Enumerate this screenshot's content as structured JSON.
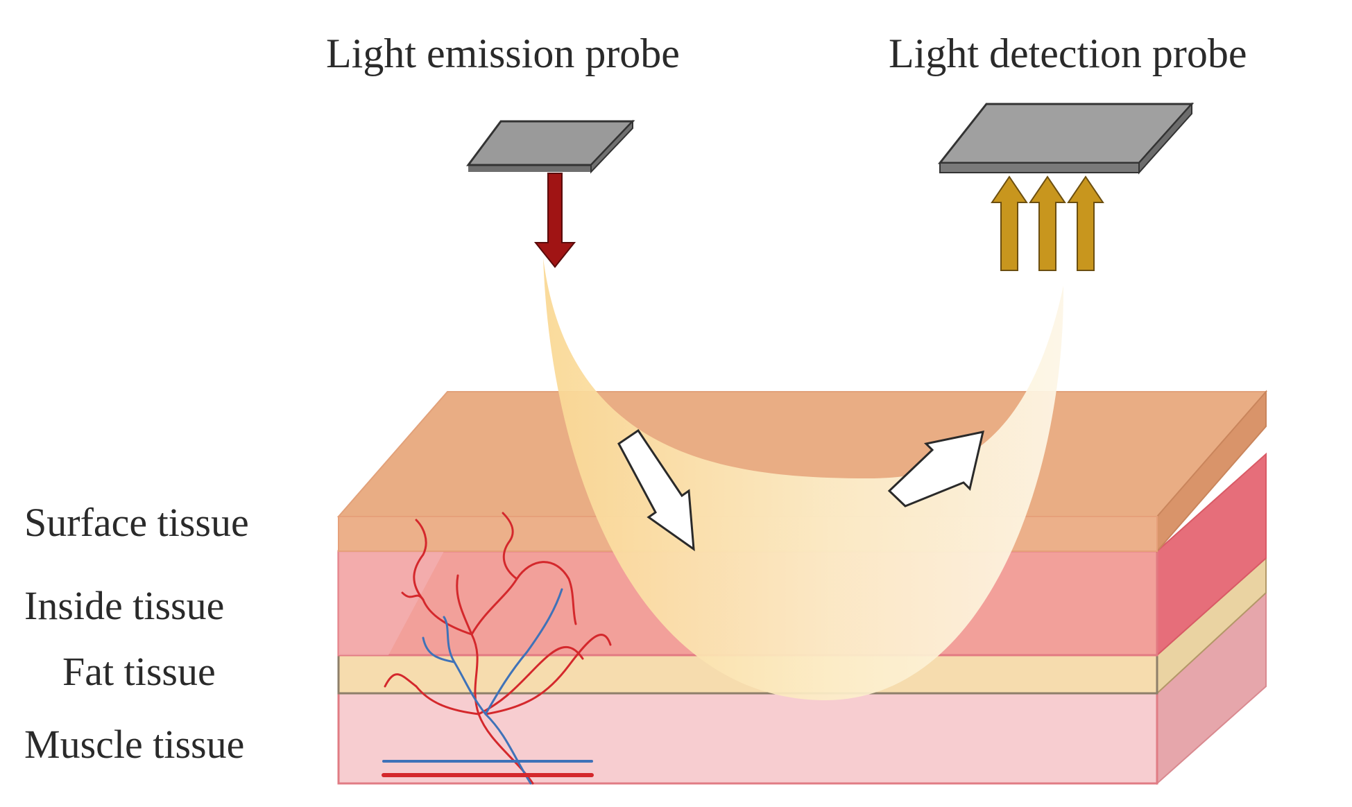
{
  "probes": {
    "emission_label": "Light emission probe",
    "detection_label": "Light detection probe"
  },
  "tissue_layers": [
    {
      "label": "Surface tissue",
      "color": "#e9ad84"
    },
    {
      "label": "Inside tissue",
      "color": "#f2a09a"
    },
    {
      "label": "Fat tissue",
      "color": "#f6dcae"
    },
    {
      "label": "Muscle tissue",
      "color": "#f7cdd0"
    }
  ],
  "colors": {
    "probe_plate": "#9a9a9a",
    "emission_arrow": "#a01414",
    "detection_arrows": "#c8961e",
    "light_path": "#fbe7b0",
    "artery": "#d4282c",
    "vein": "#3f72b8"
  },
  "icons": {
    "emission_arrow": "down-arrow-icon",
    "detection_arrows": "up-arrow-icon",
    "path_in_arrow": "diagonal-down-arrow-icon",
    "path_out_arrow": "diagonal-up-arrow-icon"
  }
}
